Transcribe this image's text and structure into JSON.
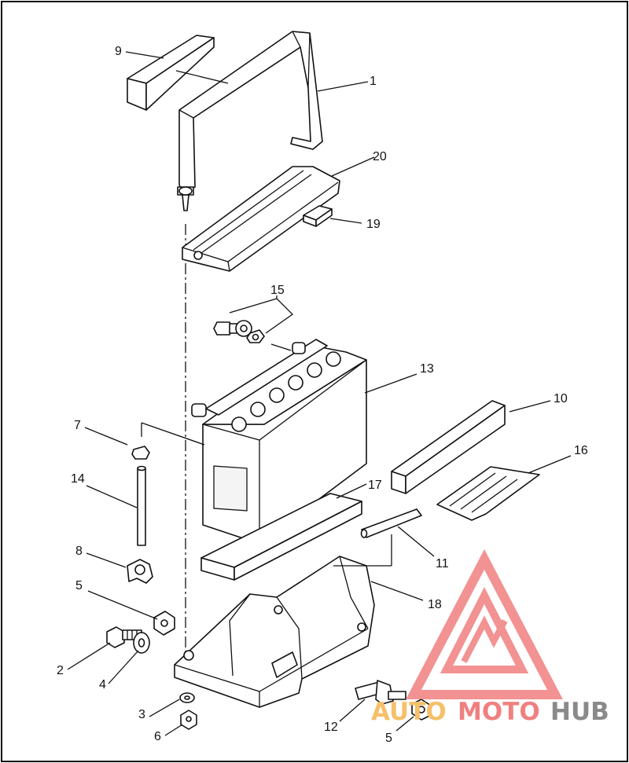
{
  "diagram": {
    "callouts": [
      {
        "id": "c1",
        "text": "1"
      },
      {
        "id": "c2",
        "text": "2"
      },
      {
        "id": "c3",
        "text": "3"
      },
      {
        "id": "c4",
        "text": "4"
      },
      {
        "id": "c5a",
        "text": "5"
      },
      {
        "id": "c5b",
        "text": "5"
      },
      {
        "id": "c6",
        "text": "6"
      },
      {
        "id": "c7",
        "text": "7"
      },
      {
        "id": "c8",
        "text": "8"
      },
      {
        "id": "c9",
        "text": "9"
      },
      {
        "id": "c10",
        "text": "10"
      },
      {
        "id": "c11",
        "text": "11"
      },
      {
        "id": "c12",
        "text": "12"
      },
      {
        "id": "c13",
        "text": "13"
      },
      {
        "id": "c14",
        "text": "14"
      },
      {
        "id": "c15",
        "text": "15"
      },
      {
        "id": "c16",
        "text": "16"
      },
      {
        "id": "c17",
        "text": "17"
      },
      {
        "id": "c18",
        "text": "18"
      },
      {
        "id": "c19",
        "text": "19"
      },
      {
        "id": "c20",
        "text": "20"
      }
    ]
  },
  "watermark": {
    "part1": "AUTO",
    "part2": "MOTO",
    "part3": "HUB",
    "color_primary": "#f08080",
    "color_secondary": "#f5c06a",
    "color_tertiary": "#8a8a8a"
  }
}
